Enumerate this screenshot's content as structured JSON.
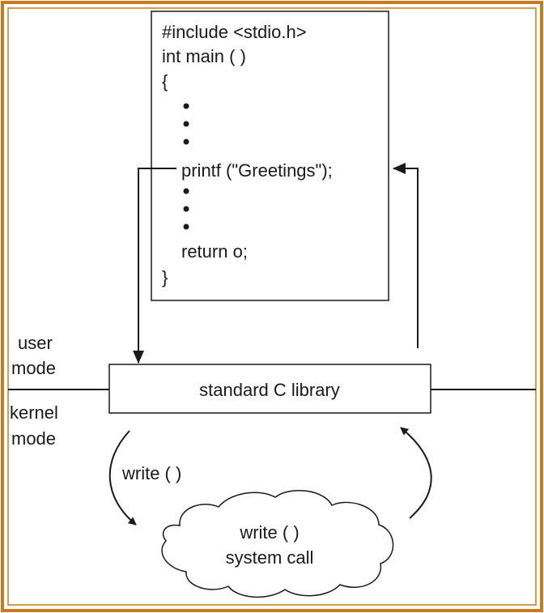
{
  "code": {
    "lines": [
      "#include <stdio.h>",
      "int main ( )",
      "{",
      "printf (\"Greetings\");",
      "return o;",
      "}"
    ]
  },
  "modes": {
    "user": [
      "user",
      "mode"
    ],
    "kernel": [
      "kernel",
      "mode"
    ]
  },
  "library": {
    "label": "standard C library"
  },
  "call": {
    "label": "write ( )"
  },
  "cloud": {
    "line1": "write ( )",
    "line2": "system call"
  },
  "colors": {
    "frame": "#c87a1e",
    "ink": "#1a1a1a"
  }
}
